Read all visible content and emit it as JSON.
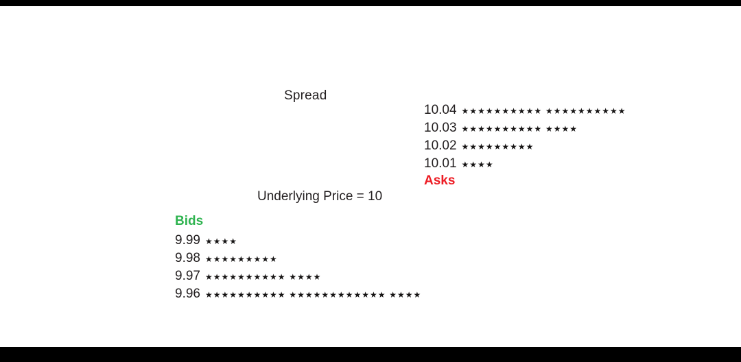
{
  "labels": {
    "spread": "Spread",
    "underlying_price": "Underlying Price = 10",
    "asks_title": "Asks",
    "bids_title": "Bids"
  },
  "colors": {
    "background": "#ffffff",
    "letterbox_bar": "#000000",
    "text": "#231f20",
    "asks": "#ed1c24",
    "bids": "#2eb34f",
    "stars": "#161414"
  },
  "asks": [
    {
      "price": "10.04",
      "size": 20,
      "stars_text": "★★★★★★★★★★ ★★★★★★★★★★"
    },
    {
      "price": "10.03",
      "size": 14,
      "stars_text": "★★★★★★★★★★ ★★★★"
    },
    {
      "price": "10.02",
      "size": 9,
      "stars_text": "★★★★★★★★★"
    },
    {
      "price": "10.01",
      "size": 4,
      "stars_text": "★★★★"
    }
  ],
  "bids": [
    {
      "price": "9.99",
      "size": 4,
      "stars_text": "★★★★"
    },
    {
      "price": "9.98",
      "size": 9,
      "stars_text": "★★★★★★★★★"
    },
    {
      "price": "9.97",
      "size": 14,
      "stars_text": "★★★★★★★★★★ ★★★★"
    },
    {
      "price": "9.96",
      "size": 26,
      "stars_text": "★★★★★★★★★★ ★★★★★★★★★★★★ ★★★★"
    }
  ],
  "chart_data": {
    "type": "bar",
    "orientation": "horizontal",
    "title": "Spread",
    "annotation": "Underlying Price = 10",
    "unit": "order size (stars)",
    "series": [
      {
        "name": "Asks",
        "color": "#ed1c24",
        "points": [
          {
            "price": 10.04,
            "size": 20
          },
          {
            "price": 10.03,
            "size": 14
          },
          {
            "price": 10.02,
            "size": 9
          },
          {
            "price": 10.01,
            "size": 4
          }
        ]
      },
      {
        "name": "Bids",
        "color": "#2eb34f",
        "points": [
          {
            "price": 9.99,
            "size": 4
          },
          {
            "price": 9.98,
            "size": 9
          },
          {
            "price": 9.97,
            "size": 14
          },
          {
            "price": 9.96,
            "size": 26
          }
        ]
      }
    ],
    "layout_hints": {
      "asks_above_bids": true,
      "spread_gap_between_10.01_and_9.99": true,
      "grid": false,
      "legend": false
    }
  }
}
